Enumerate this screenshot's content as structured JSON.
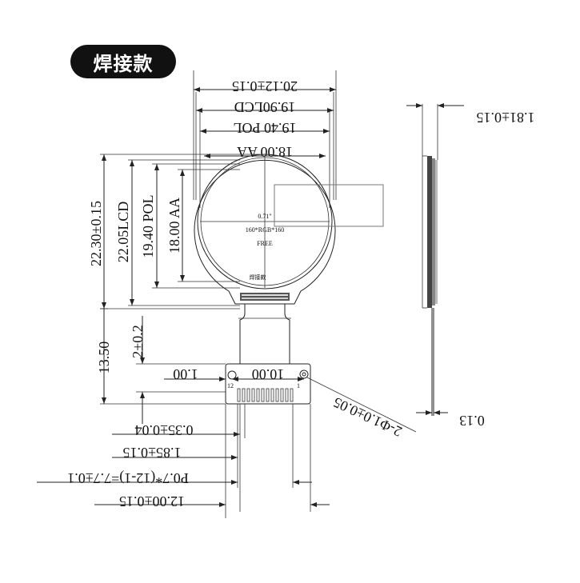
{
  "badge": {
    "label": "焊接款"
  },
  "dims_top": {
    "width_total": "20.12±0.15",
    "width_lcd": "19.90LCD",
    "width_pol": "19.40 POL",
    "width_aa": "18.00 AA"
  },
  "dims_left": {
    "height_total": "22.30±0.15",
    "height_lcd": "22.05LCD",
    "height_pol": "19.40 POL",
    "height_aa": "18.00 AA"
  },
  "dims_side": {
    "thickness": "1.81±0.15",
    "fpc_thickness": "0.13"
  },
  "dims_fpc": {
    "fpc_length": "13.50",
    "stiffener": "2±0.2",
    "pad_hole_offset": "1.00",
    "hole_pitch": "10.00",
    "holes": "2-Φ1.0±0.05",
    "pin_width": "0.35±0.04",
    "pin_edge": "1.85±0.15",
    "pin_pitch": "P0.7*(12-1)=7.7±0.1",
    "fpc_width": "12.00±0.15"
  },
  "display_labels": {
    "size": "0.71\"",
    "resolution": "160*RGB*160",
    "mode": "FREE",
    "solder_note": "焊接款"
  },
  "pin_labels": {
    "left": "12",
    "right": "1"
  }
}
